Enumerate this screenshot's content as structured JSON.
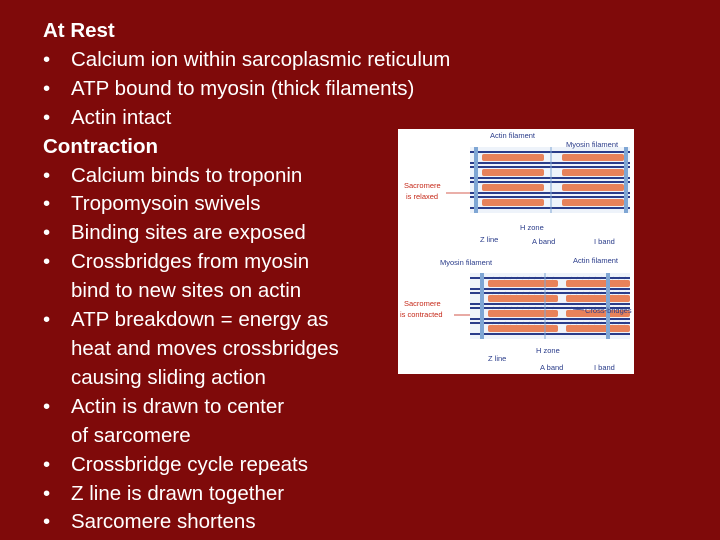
{
  "slide": {
    "heading_rest": "At Rest",
    "rest_items": [
      "Calcium ion within sarcoplasmic reticulum",
      "ATP bound to myosin (thick filaments)",
      "Actin intact"
    ],
    "heading_contraction": "Contraction",
    "contraction_items": [
      [
        "Calcium binds to troponin"
      ],
      [
        "Tropomysoin swivels"
      ],
      [
        "Binding sites are exposed"
      ],
      [
        "Crossbridges from myosin",
        "bind to new sites on actin"
      ],
      [
        "ATP breakdown = energy as",
        "heat and moves crossbridges",
        "causing sliding action"
      ],
      [
        "Actin is drawn to center",
        "of sarcomere"
      ],
      [
        "Crossbridge cycle repeats"
      ],
      [
        "Z line is drawn together"
      ],
      [
        "Sarcomere shortens"
      ]
    ],
    "bullet_char": "•"
  },
  "figure": {
    "relaxed_panel": {
      "actin_label": "Actin filament",
      "myosin_label": "Myosin filament",
      "state_label_1": "Sacromere",
      "state_label_2": "is relaxed",
      "h_zone_label": "H zone",
      "z_line_label": "Z line",
      "a_band_label": "A band",
      "i_band_label": "I band"
    },
    "contracted_panel": {
      "myosin_label": "Myosin filament",
      "actin_label": "Actin filament",
      "state_label_1": "Sacromere",
      "state_label_2": "is contracted",
      "cross_bridges_label": "Cross-bridges",
      "h_zone_label": "H zone",
      "z_line_label": "Z line",
      "a_band_label": "A band",
      "i_band_label": "I band"
    },
    "colors": {
      "actin": "#2a3c8a",
      "myosin": "#e8825a",
      "z_line": "#7fa6d4",
      "label_red": "#c62a1a",
      "label_blue": "#2a3c8a"
    }
  }
}
